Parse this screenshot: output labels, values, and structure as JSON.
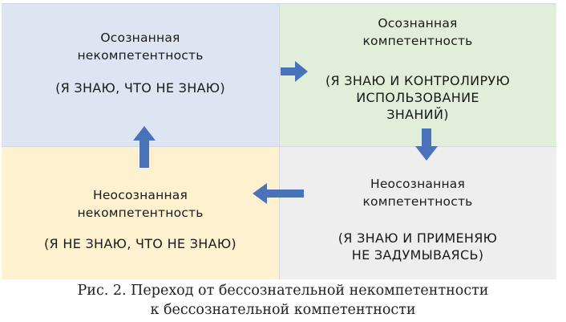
{
  "quadrants": {
    "top_left": {
      "title_line1": "Осознанная",
      "title_line2": "некомпетентность",
      "note_line1": "(Я ЗНАЮ, ЧТО НЕ ЗНАЮ)",
      "fill": "#dde5f3"
    },
    "top_right": {
      "title_line1": "Осознанная",
      "title_line2": "компетентность",
      "note_line1": "(Я ЗНАЮ И КОНТРОЛИРУЮ",
      "note_line2": "ИСПОЛЬЗОВАНИЕ",
      "note_line3": "ЗНАНИЙ)",
      "fill": "#e1eed9"
    },
    "bottom_left": {
      "title_line1": "Неосознанная",
      "title_line2": "некомпетентность",
      "note_line1": "(Я НЕ ЗНАЮ, ЧТО НЕ ЗНАЮ)",
      "fill": "#fdf1d0"
    },
    "bottom_right": {
      "title_line1": "Неосознанная",
      "title_line2": "компетентность",
      "note_line1": "(Я ЗНАЮ И ПРИМЕНЯЮ",
      "note_line2": "НЕ ЗАДУМЫВАЯСЬ)",
      "fill": "#eeeeee"
    }
  },
  "arrows": {
    "color": "#4a72b8",
    "flow": [
      "bottom_left",
      "top_left",
      "top_right",
      "bottom_right",
      "bottom_left"
    ]
  },
  "caption": {
    "line1": "Рис. 2. Переход от бессознательной некомпетентности",
    "line2": "к бессознательной компетентности"
  }
}
